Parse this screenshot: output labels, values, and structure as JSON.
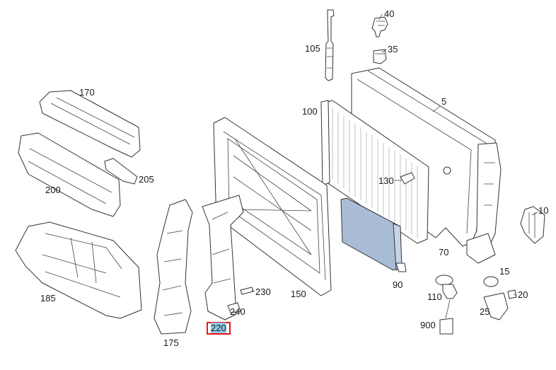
{
  "diagram": {
    "labels": [
      {
        "id": "40",
        "text": "40"
      },
      {
        "id": "35",
        "text": "35"
      },
      {
        "id": "105",
        "text": "105"
      },
      {
        "id": "5",
        "text": "5"
      },
      {
        "id": "170",
        "text": "170"
      },
      {
        "id": "100",
        "text": "100"
      },
      {
        "id": "205",
        "text": "205"
      },
      {
        "id": "200",
        "text": "200"
      },
      {
        "id": "130",
        "text": "130"
      },
      {
        "id": "10",
        "text": "10"
      },
      {
        "id": "185",
        "text": "185"
      },
      {
        "id": "70",
        "text": "70"
      },
      {
        "id": "15",
        "text": "15"
      },
      {
        "id": "90",
        "text": "90"
      },
      {
        "id": "230",
        "text": "230"
      },
      {
        "id": "150",
        "text": "150"
      },
      {
        "id": "110",
        "text": "110"
      },
      {
        "id": "20",
        "text": "20"
      },
      {
        "id": "240",
        "text": "240"
      },
      {
        "id": "25",
        "text": "25"
      },
      {
        "id": "220",
        "text": "220"
      },
      {
        "id": "900",
        "text": "900"
      },
      {
        "id": "175",
        "text": "175"
      }
    ],
    "selected_part": "220",
    "colors": {
      "highlight_border": "#e8141c",
      "highlight_fill": "#8ecae6",
      "part_90_fill": "#a9bdd6",
      "line": "#333333"
    }
  }
}
